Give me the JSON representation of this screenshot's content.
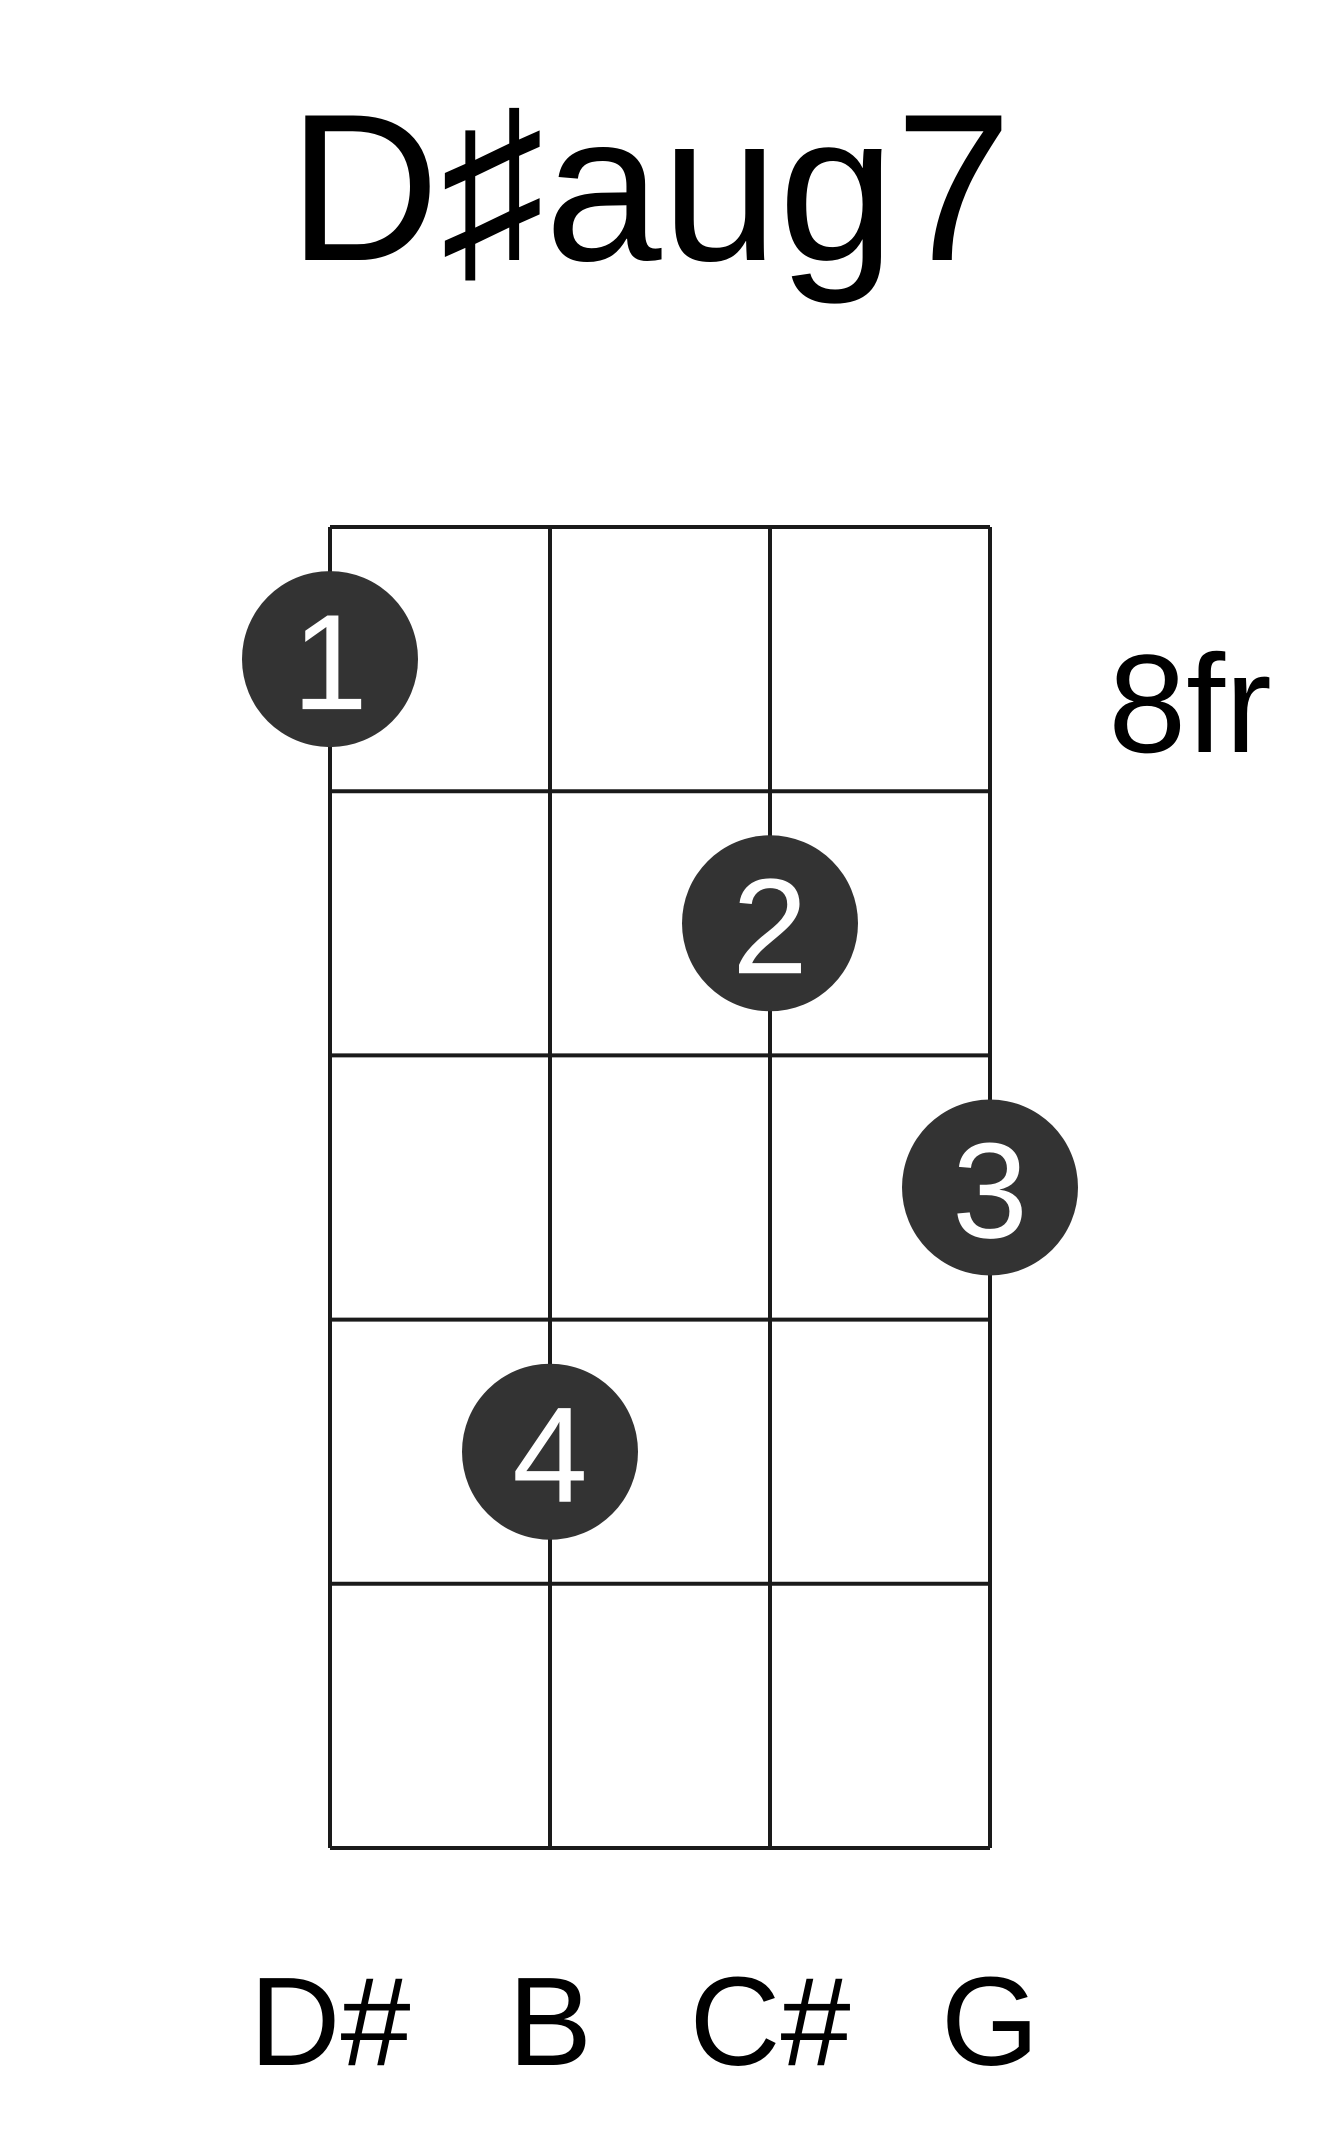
{
  "chord": {
    "name": "D♯aug7",
    "position_label": "8fr"
  },
  "strings": [
    "D#",
    "B",
    "C#",
    "G"
  ],
  "fret_rows": 5,
  "fingers": [
    {
      "string": 1,
      "fret_row": 1,
      "finger": "1"
    },
    {
      "string": 3,
      "fret_row": 2,
      "finger": "2"
    },
    {
      "string": 4,
      "fret_row": 3,
      "finger": "3"
    },
    {
      "string": 2,
      "fret_row": 4,
      "finger": "4"
    }
  ],
  "colors": {
    "dot": "#333333",
    "line": "#1a1a1a",
    "text": "#000000",
    "finger_text": "#ffffff"
  }
}
